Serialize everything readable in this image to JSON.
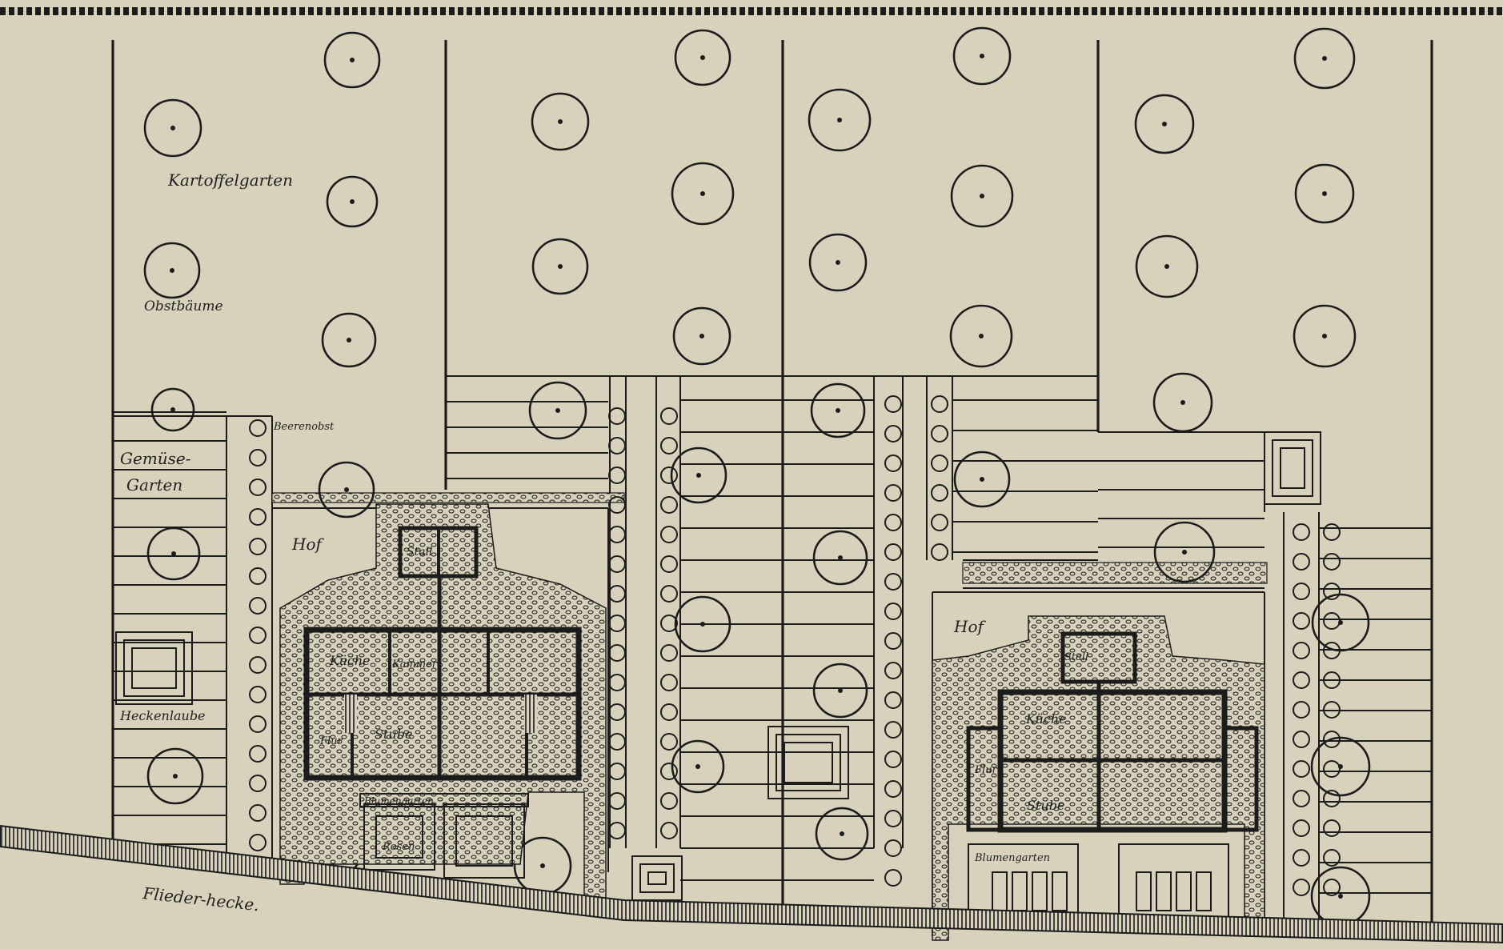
{
  "labels": {
    "kartoffelgarten": "Kartoffelgarten",
    "obstbaeume": "Obstbäume",
    "beerenobst": "Beerenobst",
    "gemuese_1": "Gemüse-",
    "gemuese_2": "Garten",
    "hof_left": "Hof",
    "stall_left": "Stall",
    "kueche_left": "Küche",
    "kammer": "Kammer",
    "stube_left": "Stube",
    "flur_left": "Flur",
    "blumengarten_left": "Blumengarten",
    "rosen": "Rosen",
    "heckenlaube": "Heckenlaube",
    "fliederhecke": "Flieder-hecke.",
    "hof_right": "Hof",
    "stall_right": "Stall",
    "kueche_right": "Küche",
    "flur_right": "Flur",
    "stube_right": "Stube",
    "blumengarten_right": "Blumengarten"
  },
  "colors": {
    "paper": "#d8d1bb",
    "ink": "#1c1c1c"
  }
}
